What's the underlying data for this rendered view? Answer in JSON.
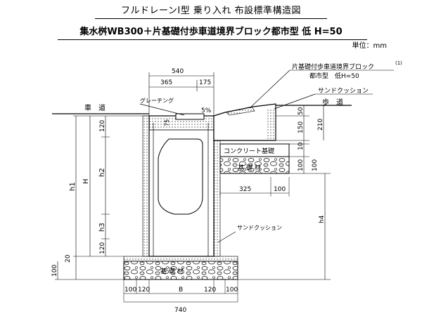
{
  "header": {
    "title": "フルドレーンⅠ型  乗り入れ  布設標準構造図",
    "subtitle": "集水桝WB300＋片基礎付歩車道境界ブロック都市型  低  H=50",
    "unit": "単位：mm"
  },
  "labels": {
    "shadou": "車　道",
    "hodou": "歩　道",
    "grating": "グレーチング",
    "slope": "5%",
    "block_line1": "片基礎付歩車道境界ブロック",
    "block_note": "(1)",
    "block_line2": "都市型　低H=50",
    "sand_cushion_top": "サンドクッション",
    "sand_cushion_bottom": "サンドクッション",
    "concrete_base": "コンクリート基礎",
    "base_material_right": "基 礎 材",
    "base_material_bottom": "基 礎 材"
  },
  "dimensions": {
    "top_540": "540",
    "top_365": "365",
    "top_175": "175",
    "right_50": "50",
    "right_150": "150",
    "right_10": "10",
    "right_100": "100",
    "right_210": "210",
    "right_100b": "100",
    "mid_325": "325",
    "mid_100": "100",
    "inner_75": "75",
    "left_120_top": "120",
    "left_H": "H",
    "left_h1": "h1",
    "left_h2": "h2",
    "left_h3": "h3",
    "left_120_bottom": "120",
    "left_20": "20",
    "left_100": "100",
    "right_h4": "h4",
    "bot_100a": "100",
    "bot_120a": "120",
    "bot_B": "B",
    "bot_120b": "120",
    "bot_100b": "100",
    "bot_740": "740"
  }
}
